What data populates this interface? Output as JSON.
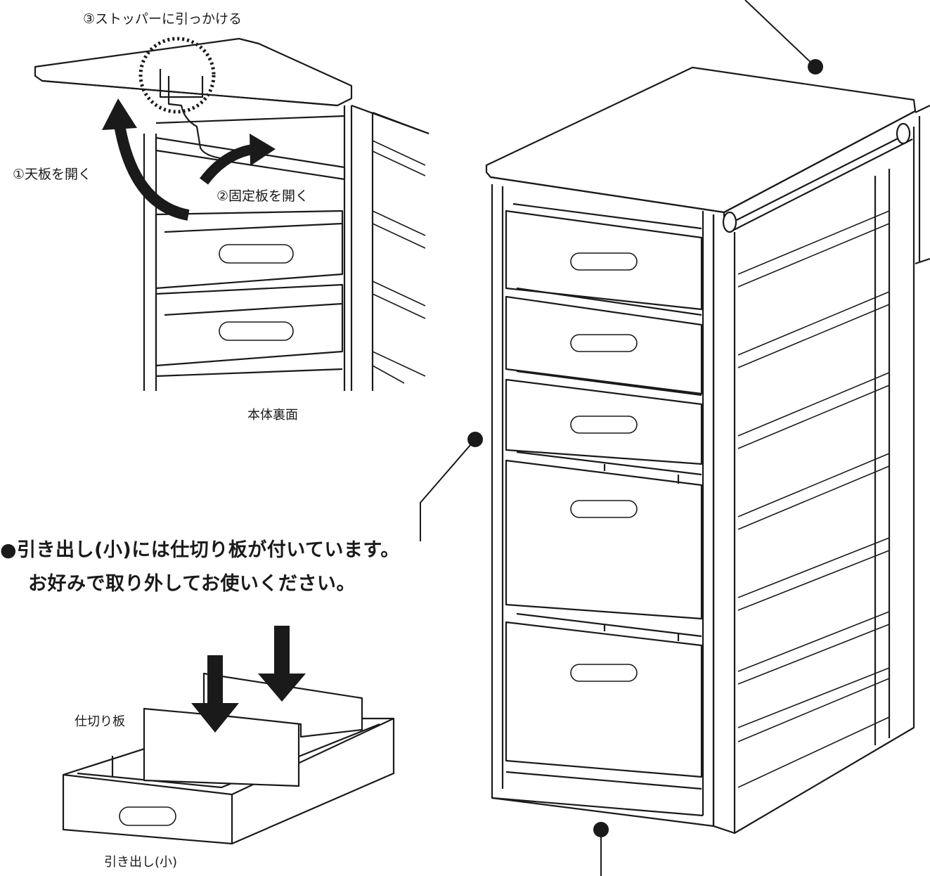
{
  "labels": {
    "step3": "③ストッパーに引っかける",
    "step1": "①天板を開く",
    "step2": "②固定板を開く",
    "back_caption": "本体裏面",
    "note_line1": "●引き出し(小)には仕切り板が付いています。",
    "note_line2": "お好みで取り外してお使いください。",
    "divider": "仕切り板",
    "drawer_small": "引き出し(小)"
  },
  "icons": {
    "arrows": "curved-arrow-icon",
    "down_arrows": "down-arrow-icon",
    "callout_dot": "callout-dot-icon"
  }
}
